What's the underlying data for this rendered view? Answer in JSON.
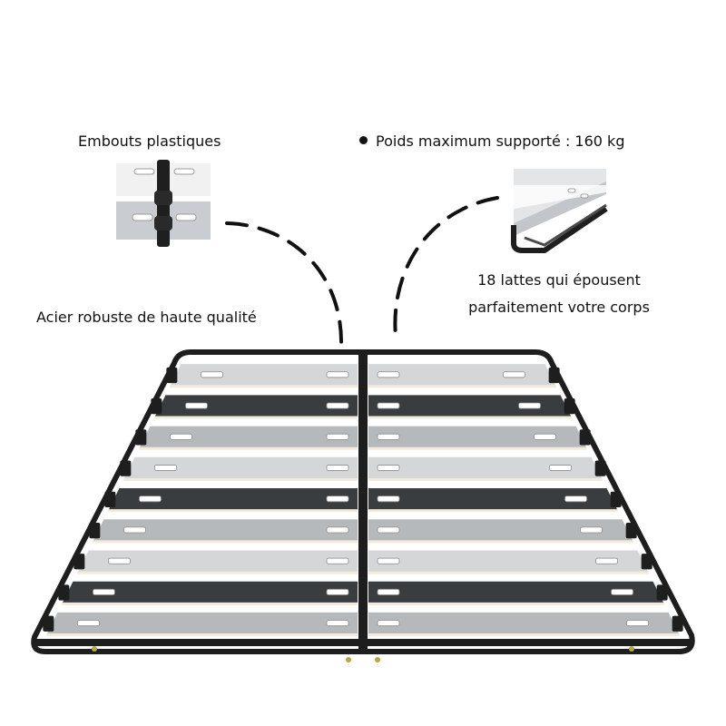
{
  "callouts": {
    "embouts": "Embouts plastiques",
    "poids": "Poids maximum supporté : 160 kg",
    "acier": "Acier robuste de haute qualité",
    "lattes_line1": "18 lattes qui épousent",
    "lattes_line2": "parfaitement votre corps"
  },
  "product": {
    "slat_count": 18,
    "colors": {
      "frame": "#1e1e1e",
      "slat_light": "#d4d6d8",
      "slat_mid": "#b6b9bc",
      "slat_dark": "#3a3d40",
      "slat_edge": "#f2eadc"
    }
  }
}
